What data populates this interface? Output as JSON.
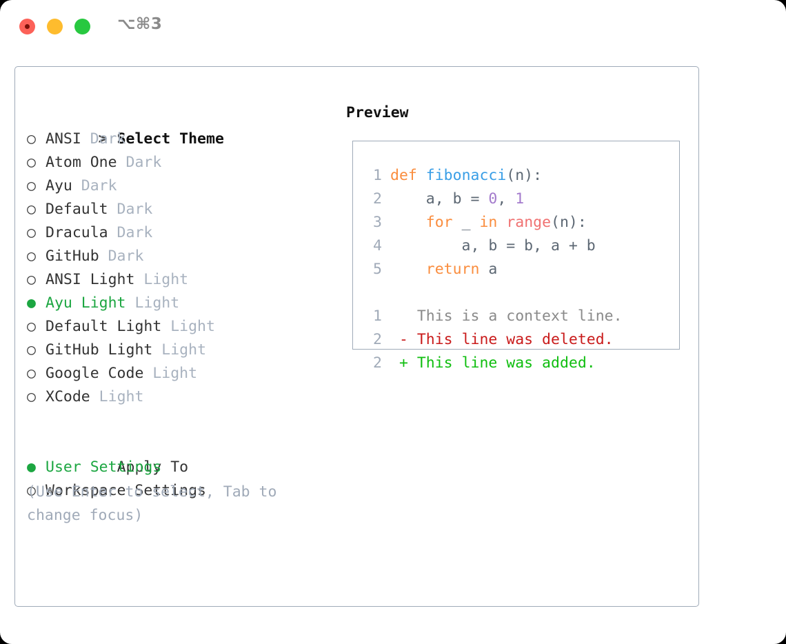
{
  "titlebar": {
    "shortcut": "⌥⌘3",
    "buttons": [
      {
        "name": "close",
        "color": "#FC6158"
      },
      {
        "name": "minimize",
        "color": "#FEBC2E"
      },
      {
        "name": "maximize",
        "color": "#28C840"
      }
    ]
  },
  "theme_picker": {
    "header_prefix": ">",
    "header": "Select Theme",
    "marker_selected": "●",
    "marker_unselected": "○",
    "items": [
      {
        "name": "ANSI",
        "tag": "Dark",
        "selected": false
      },
      {
        "name": "Atom One",
        "tag": "Dark",
        "selected": false
      },
      {
        "name": "Ayu",
        "tag": "Dark",
        "selected": false
      },
      {
        "name": "Default",
        "tag": "Dark",
        "selected": false
      },
      {
        "name": "Dracula",
        "tag": "Dark",
        "selected": false
      },
      {
        "name": "GitHub",
        "tag": "Dark",
        "selected": false
      },
      {
        "name": "ANSI Light",
        "tag": "Light",
        "selected": false
      },
      {
        "name": "Ayu Light",
        "tag": "Light",
        "selected": true
      },
      {
        "name": "Default Light",
        "tag": "Light",
        "selected": false
      },
      {
        "name": "GitHub Light",
        "tag": "Light",
        "selected": false
      },
      {
        "name": "Google Code",
        "tag": "Light",
        "selected": false
      },
      {
        "name": "XCode",
        "tag": "Light",
        "selected": false
      }
    ]
  },
  "apply_to": {
    "header": "Apply To",
    "items": [
      {
        "name": "User Settings",
        "selected": true
      },
      {
        "name": "Workspace Settings",
        "selected": false
      }
    ]
  },
  "hint": "(Use Enter to select, Tab to change focus)",
  "preview": {
    "title": "Preview",
    "code_lines": [
      {
        "number": "1",
        "tokens": [
          {
            "t": "def",
            "c": "kw"
          },
          {
            "t": " ",
            "c": "punc"
          },
          {
            "t": "fibonacci",
            "c": "fn"
          },
          {
            "t": "(n):",
            "c": "punc"
          }
        ]
      },
      {
        "number": "2",
        "tokens": [
          {
            "t": "    a, b = ",
            "c": "id"
          },
          {
            "t": "0",
            "c": "num"
          },
          {
            "t": ", ",
            "c": "id"
          },
          {
            "t": "1",
            "c": "num"
          }
        ]
      },
      {
        "number": "3",
        "tokens": [
          {
            "t": "    ",
            "c": "id"
          },
          {
            "t": "for",
            "c": "kw"
          },
          {
            "t": " _ ",
            "c": "id"
          },
          {
            "t": "in",
            "c": "kw"
          },
          {
            "t": " ",
            "c": "id"
          },
          {
            "t": "range",
            "c": "bi"
          },
          {
            "t": "(n):",
            "c": "punc"
          }
        ]
      },
      {
        "number": "4",
        "tokens": [
          {
            "t": "        a, b = b, a + b",
            "c": "id"
          }
        ]
      },
      {
        "number": "5",
        "tokens": [
          {
            "t": "    ",
            "c": "id"
          },
          {
            "t": "return",
            "c": "kw"
          },
          {
            "t": " a",
            "c": "id"
          }
        ]
      }
    ],
    "diff_lines": [
      {
        "number": "1",
        "sign": " ",
        "text": "This is a context line.",
        "kind": "diff-ctx"
      },
      {
        "number": "2",
        "sign": "-",
        "text": "This line was deleted.",
        "kind": "diff-del"
      },
      {
        "number": "2",
        "sign": "+",
        "text": "This line was added.",
        "kind": "diff-add"
      }
    ]
  },
  "colors": {
    "accent_green": "#1CA641",
    "marker_green": "#22A02C",
    "border": "#9FAAB8",
    "muted": "#A0AAB8",
    "tag": "#A8B2BF",
    "keyword": "#FA8D3E",
    "function": "#399EE6",
    "number": "#A37ACC",
    "builtin": "#F07171",
    "punctuation": "#5C6773",
    "diff_delete": "#C91B1B",
    "diff_add": "#0FBE0F"
  }
}
